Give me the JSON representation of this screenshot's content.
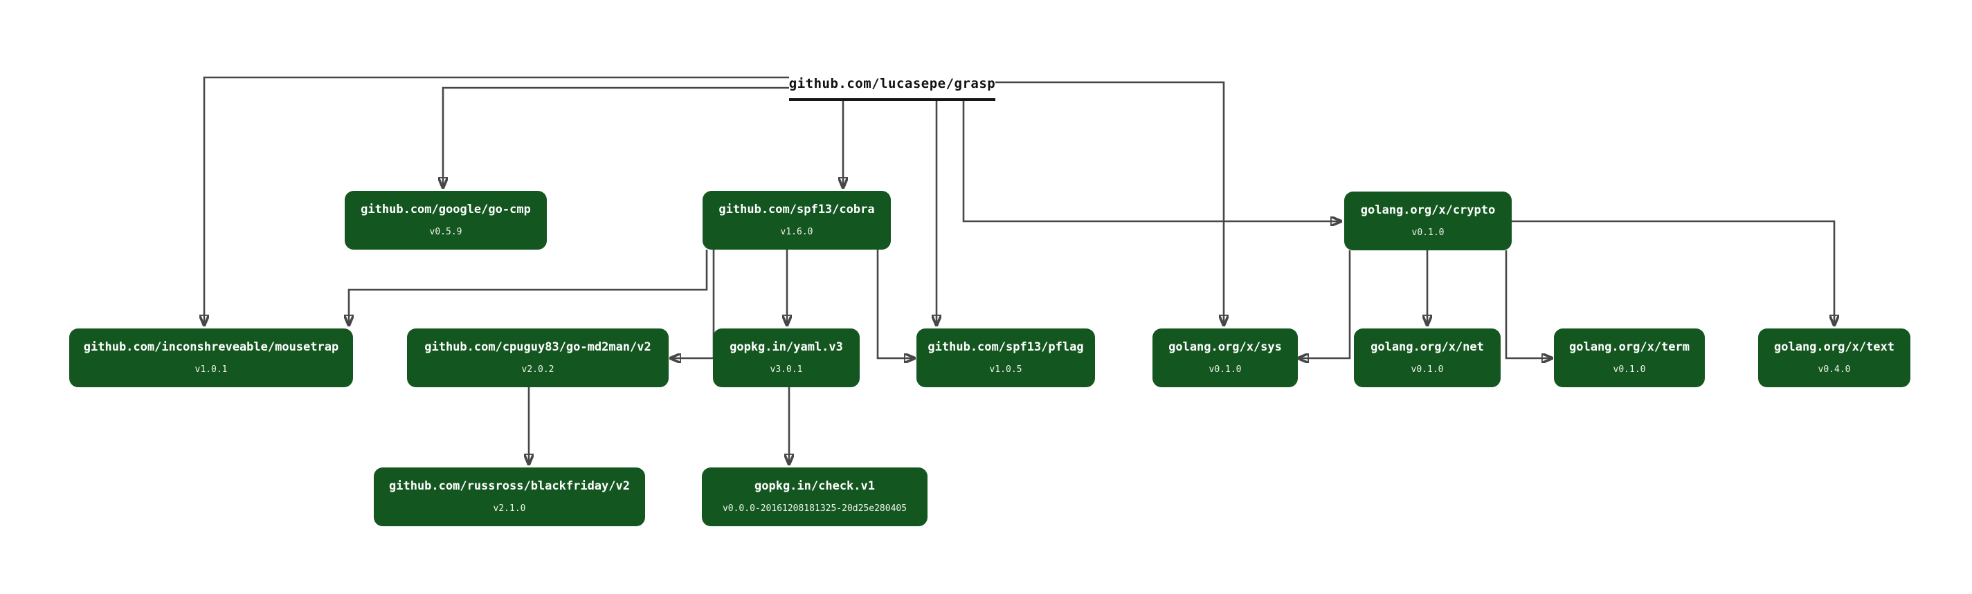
{
  "graph": {
    "root": {
      "label": "github.com/lucasepe/grasp"
    },
    "nodes": [
      {
        "id": "go-cmp",
        "label": "github.com/google/go-cmp",
        "version": "v0.5.9"
      },
      {
        "id": "cobra",
        "label": "github.com/spf13/cobra",
        "version": "v1.6.0"
      },
      {
        "id": "crypto",
        "label": "golang.org/x/crypto",
        "version": "v0.1.0"
      },
      {
        "id": "mousetrap",
        "label": "github.com/inconshreveable/mousetrap",
        "version": "v1.0.1"
      },
      {
        "id": "go-md2man",
        "label": "github.com/cpuguy83/go-md2man/v2",
        "version": "v2.0.2"
      },
      {
        "id": "yaml",
        "label": "gopkg.in/yaml.v3",
        "version": "v3.0.1"
      },
      {
        "id": "pflag",
        "label": "github.com/spf13/pflag",
        "version": "v1.0.5"
      },
      {
        "id": "sys",
        "label": "golang.org/x/sys",
        "version": "v0.1.0"
      },
      {
        "id": "net",
        "label": "golang.org/x/net",
        "version": "v0.1.0"
      },
      {
        "id": "term",
        "label": "golang.org/x/term",
        "version": "v0.1.0"
      },
      {
        "id": "text",
        "label": "golang.org/x/text",
        "version": "v0.4.0"
      },
      {
        "id": "blackfriday",
        "label": "github.com/russross/blackfriday/v2",
        "version": "v2.1.0"
      },
      {
        "id": "check",
        "label": "gopkg.in/check.v1",
        "version": "v0.0.0-20161208181325-20d25e280405"
      }
    ],
    "edges": [
      {
        "from": "github.com/lucasepe/grasp",
        "to": "github.com/google/go-cmp"
      },
      {
        "from": "github.com/lucasepe/grasp",
        "to": "github.com/spf13/cobra"
      },
      {
        "from": "github.com/lucasepe/grasp",
        "to": "github.com/inconshreveable/mousetrap"
      },
      {
        "from": "github.com/lucasepe/grasp",
        "to": "github.com/spf13/pflag"
      },
      {
        "from": "github.com/lucasepe/grasp",
        "to": "golang.org/x/crypto"
      },
      {
        "from": "github.com/lucasepe/grasp",
        "to": "golang.org/x/sys"
      },
      {
        "from": "github.com/spf13/cobra",
        "to": "github.com/inconshreveable/mousetrap"
      },
      {
        "from": "github.com/spf13/cobra",
        "to": "github.com/cpuguy83/go-md2man/v2"
      },
      {
        "from": "github.com/spf13/cobra",
        "to": "gopkg.in/yaml.v3"
      },
      {
        "from": "github.com/spf13/cobra",
        "to": "github.com/spf13/pflag"
      },
      {
        "from": "golang.org/x/crypto",
        "to": "golang.org/x/sys"
      },
      {
        "from": "golang.org/x/crypto",
        "to": "golang.org/x/net"
      },
      {
        "from": "golang.org/x/crypto",
        "to": "golang.org/x/term"
      },
      {
        "from": "golang.org/x/crypto",
        "to": "golang.org/x/text"
      },
      {
        "from": "github.com/cpuguy83/go-md2man/v2",
        "to": "github.com/russross/blackfriday/v2"
      },
      {
        "from": "gopkg.in/yaml.v3",
        "to": "gopkg.in/check.v1"
      }
    ],
    "colors": {
      "node_fill": "#145620",
      "node_text": "#ffffff",
      "edge": "#47474a",
      "arrowhead": "#161616",
      "background": "#ffffff"
    }
  }
}
